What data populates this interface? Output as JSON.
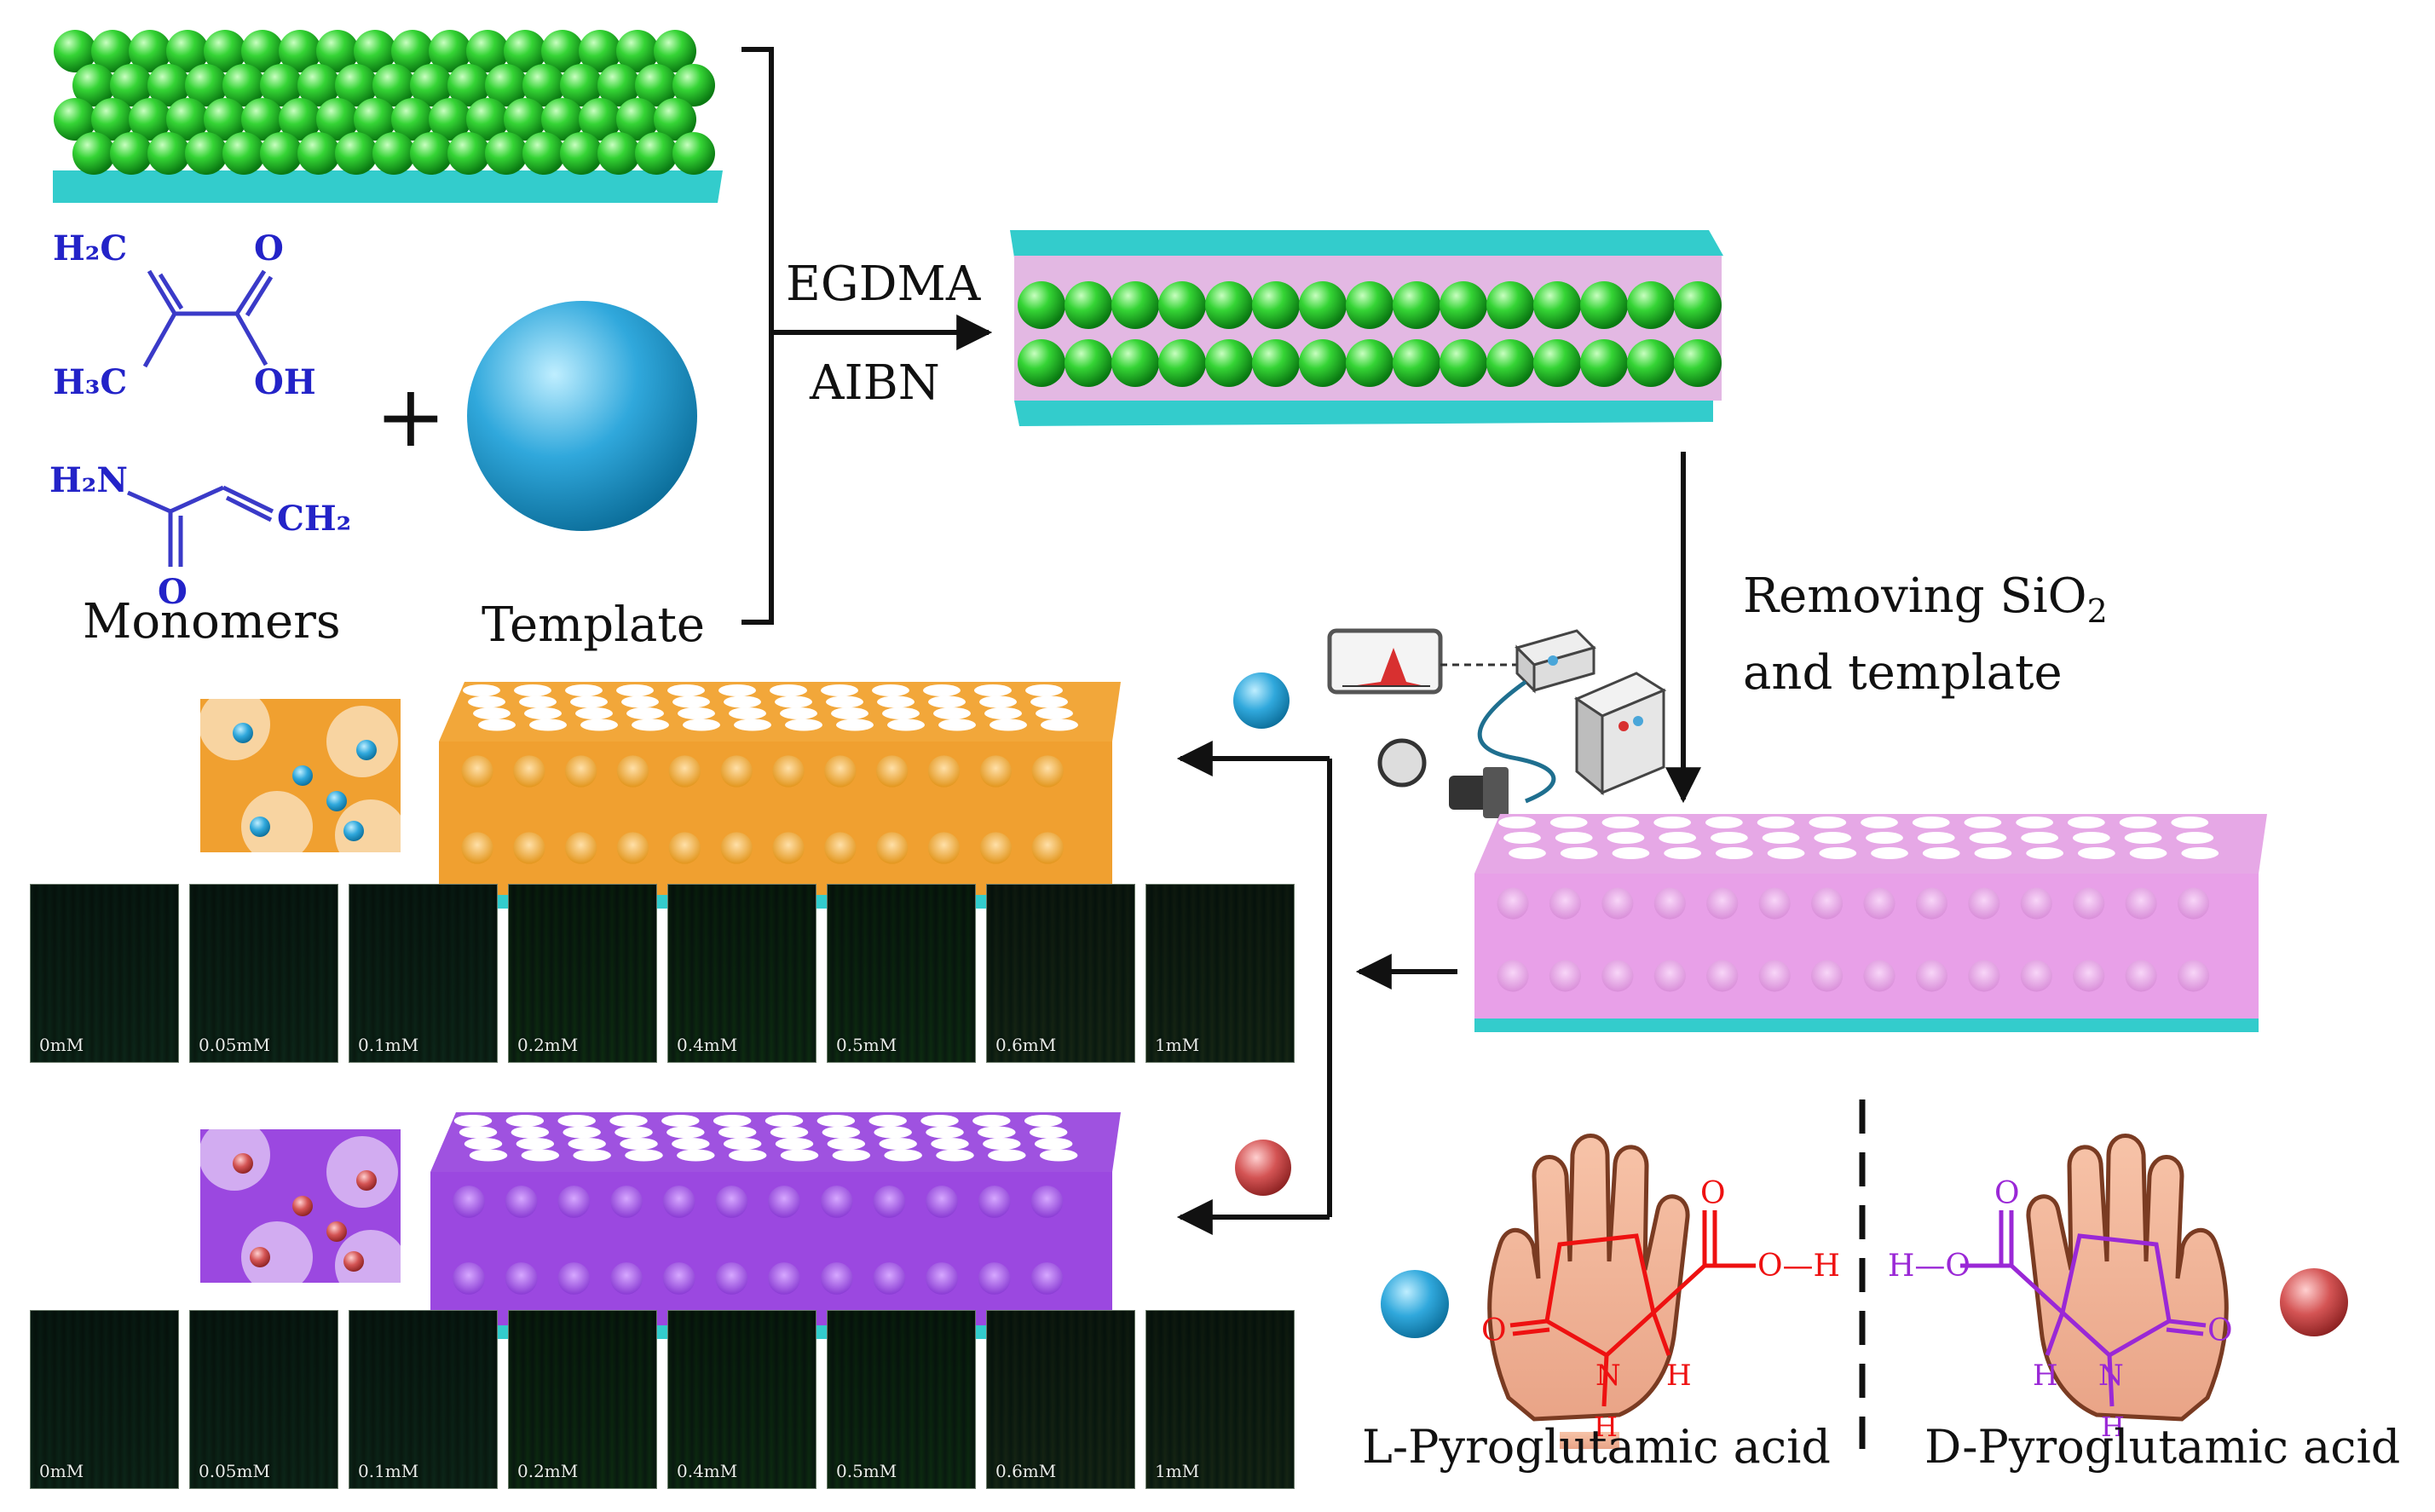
{
  "labels": {
    "reagent_top": "EGDMA",
    "reagent_bottom": "AIBN",
    "monomers": "Monomers",
    "template": "Template",
    "removing_line1": "Removing SiO",
    "removing_sub": "2",
    "removing_line2": "and template",
    "l_acid": "L-Pyroglutamic acid",
    "d_acid": "D-Pyroglutamic acid",
    "plus": "+"
  },
  "chem": {
    "mac_h2c": "H₂C",
    "mac_h3c": "H₃C",
    "mac_o": "O",
    "mac_oh": "OH",
    "am_h2n": "H₂N",
    "am_ch2": "CH₂",
    "am_o": "O",
    "l_o": "O",
    "l_oh": "O—H",
    "l_eqo": "O",
    "l_n": "N",
    "l_h": "H",
    "l_nh": "H",
    "d_ho": "H—O",
    "d_o": "O",
    "d_eqo": "O",
    "d_n": "N",
    "d_h": "H",
    "d_nh": "H"
  },
  "photos_top": [
    "0mM",
    "0.05mM",
    "0.1mM",
    "0.2mM",
    "0.4mM",
    "0.5mM",
    "0.6mM",
    "1mM"
  ],
  "photos_bottom": [
    "0mM",
    "0.05mM",
    "0.1mM",
    "0.2mM",
    "0.4mM",
    "0.5mM",
    "0.6mM",
    "1mM"
  ],
  "colors": {
    "silica_green": "#33cc33",
    "substrate_cyan": "#33cccc",
    "template_blue": "#2aa6d9",
    "matrix_pink": "#e8a0e8",
    "l_film_orange": "#f0a030",
    "d_film_purple": "#9b48e0",
    "d_molecule_red": "#d05050"
  }
}
